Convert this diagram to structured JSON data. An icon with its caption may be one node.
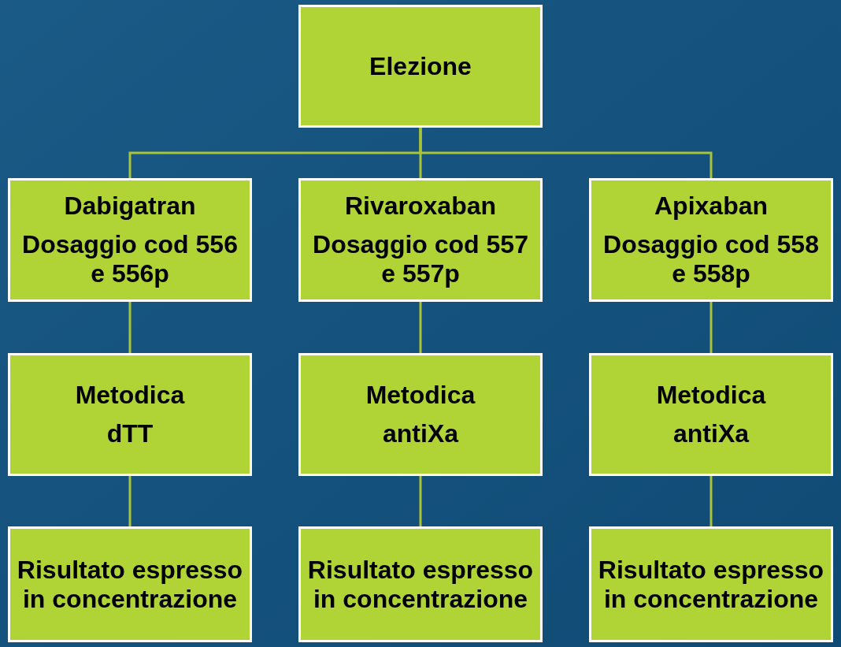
{
  "diagram": {
    "nodes": [
      {
        "text": [
          "Elezione"
        ]
      },
      {
        "text": [
          "Dabigatran",
          "Dosaggio cod 556 e 556p"
        ]
      },
      {
        "text": [
          "Rivaroxaban",
          "Dosaggio cod 557 e 557p"
        ]
      },
      {
        "text": [
          "Apixaban",
          "Dosaggio cod 558 e 558p"
        ]
      },
      {
        "text": [
          "Metodica",
          "dTT"
        ]
      },
      {
        "text": [
          "Metodica",
          "antiXa"
        ]
      },
      {
        "text": [
          "Metodica",
          "antiXa"
        ]
      },
      {
        "text": [
          "Risultato espresso in concentrazione"
        ]
      },
      {
        "text": [
          "Risultato espresso in concentrazione"
        ]
      },
      {
        "text": [
          "Risultato espresso in concentrazione"
        ]
      }
    ],
    "edges": [
      {
        "from": 0,
        "to": 1,
        "arrow": "none"
      },
      {
        "from": 0,
        "to": 2,
        "arrow": "none"
      },
      {
        "from": 0,
        "to": 3,
        "arrow": "none"
      },
      {
        "from": 1,
        "to": 4,
        "arrow": "none"
      },
      {
        "from": 2,
        "to": 5,
        "arrow": "none"
      },
      {
        "from": 3,
        "to": 6,
        "arrow": "none"
      },
      {
        "from": 4,
        "to": 7,
        "arrow": "none"
      },
      {
        "from": 5,
        "to": 8,
        "arrow": "none"
      },
      {
        "from": 6,
        "to": 9,
        "arrow": "none"
      }
    ]
  }
}
